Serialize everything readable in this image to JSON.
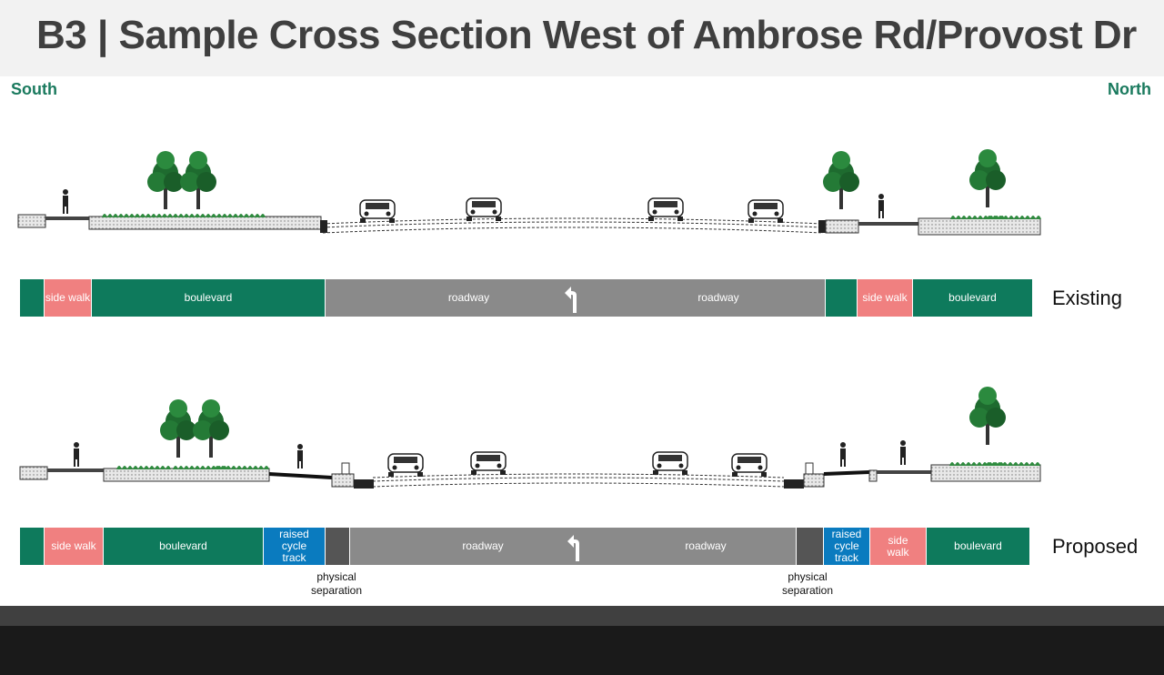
{
  "title": "B3 | Sample Cross Section  West of Ambrose Rd/Provost Dr",
  "directions": {
    "left": "South",
    "right": "North"
  },
  "existing": {
    "row_label": "Existing",
    "segments": {
      "sidewalk_s": "side walk",
      "boulevard_s": "boulevard",
      "roadway_1": "roadway",
      "roadway_2": "roadway",
      "sidewalk_n": "side walk",
      "boulevard_n": "boulevard"
    }
  },
  "proposed": {
    "row_label": "Proposed",
    "segments": {
      "sidewalk_s": "side walk",
      "boulevard_s": "boulevard",
      "cycle_s": "raised cycle track",
      "roadway_1": "roadway",
      "roadway_2": "roadway",
      "cycle_n": "raised cycle track",
      "sidewalk_n": "side walk",
      "boulevard_n": "boulevard"
    },
    "separation_left": "physical separation",
    "separation_right": "physical separation"
  },
  "icons": [
    "tree-icon",
    "car-icon",
    "pedestrian-icon",
    "cyclist-icon",
    "left-turn-arrow-icon"
  ],
  "colors": {
    "boulevard": "#0e7a5c",
    "sidewalk": "#f08080",
    "roadway": "#8a8a8a",
    "cycle_track": "#0a7bbf",
    "separation": "#555555",
    "title": "#3f3f3f",
    "direction": "#1a7a5e"
  }
}
